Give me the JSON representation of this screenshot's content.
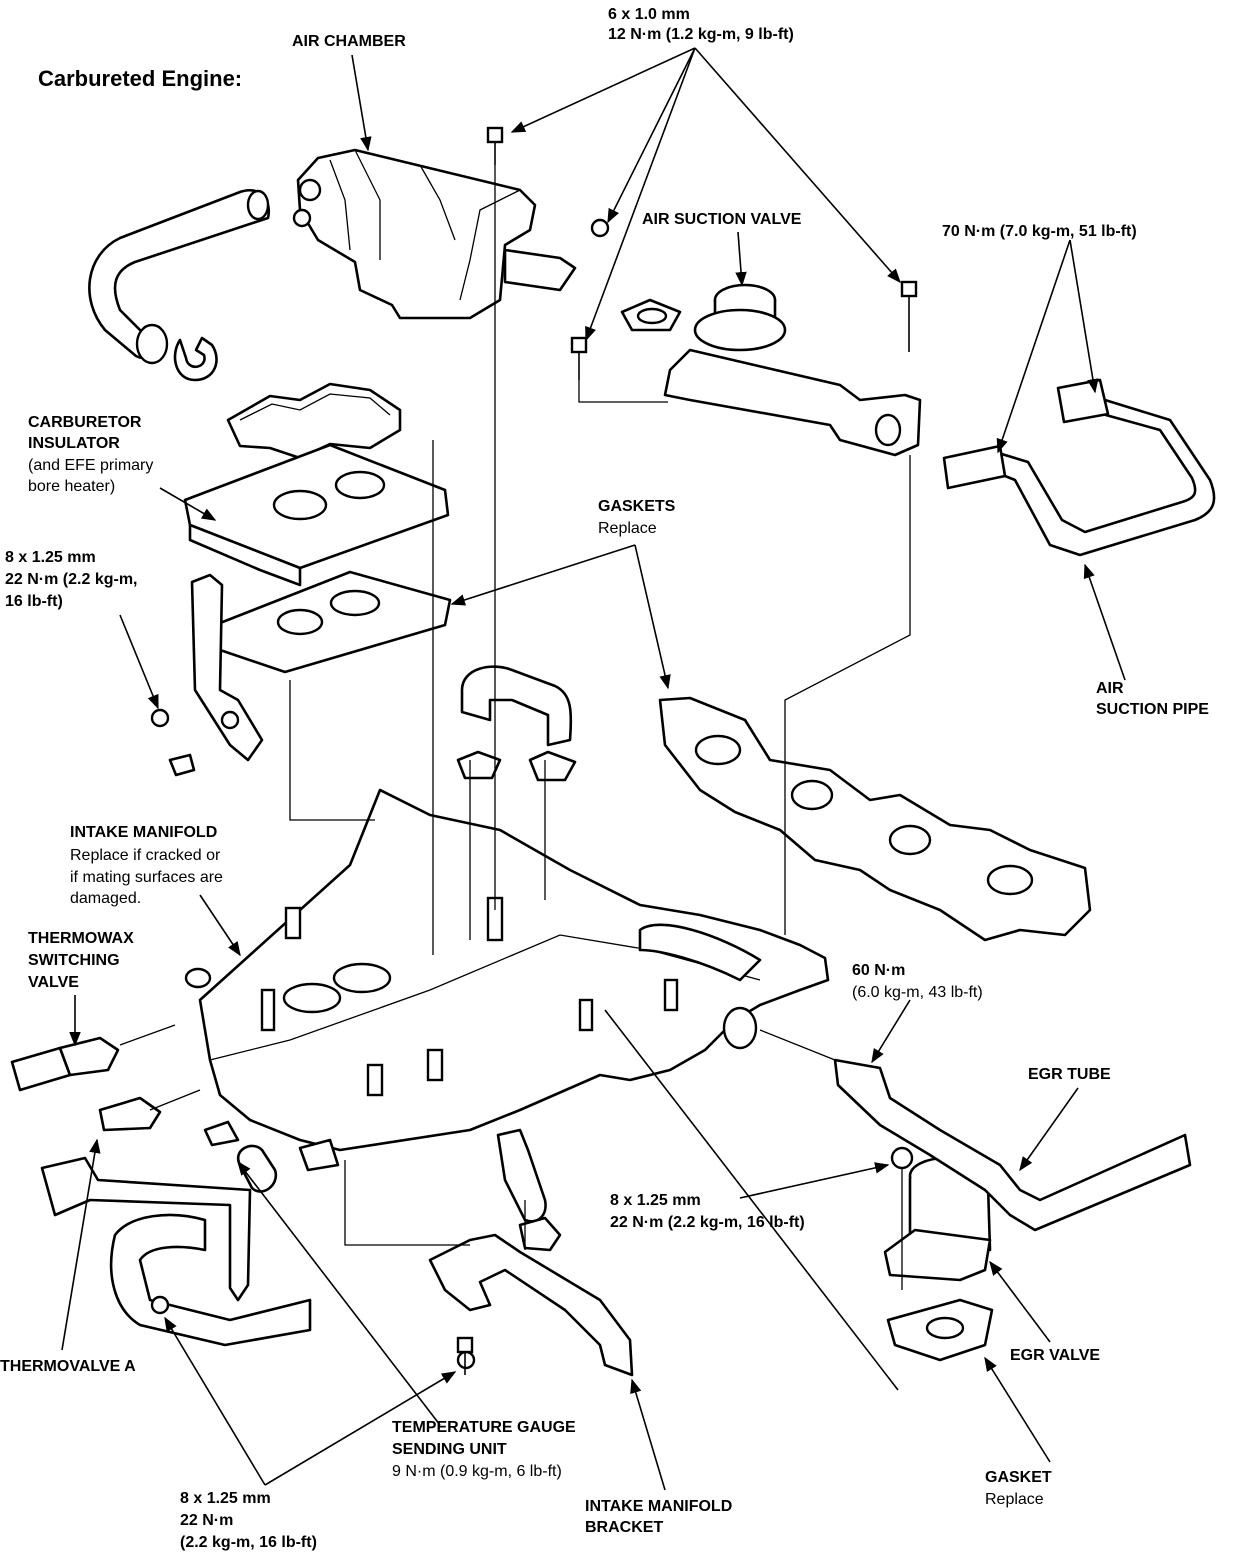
{
  "title": "Carbureted Engine:",
  "labels": {
    "air_chamber": "AIR CHAMBER",
    "bolt_6x1": [
      "6 x 1.0 mm",
      "12 N·m (1.2 kg-m, 9 lb-ft)"
    ],
    "air_suction_valve": "AIR SUCTION VALVE",
    "torque_70": "70 N·m (7.0 kg-m, 51 lb-ft)",
    "carb_insulator": [
      "CARBURETOR",
      "INSULATOR",
      "(and EFE primary",
      "bore heater)"
    ],
    "bolt_8x125_left": [
      "8 x 1.25 mm",
      "22 N·m (2.2 kg-m,",
      "16 lb-ft)"
    ],
    "gaskets": [
      "GASKETS",
      "Replace"
    ],
    "air_suction_pipe": [
      "AIR",
      "SUCTION PIPE"
    ],
    "intake_manifold": [
      "INTAKE MANIFOLD",
      "Replace if cracked or",
      "if mating surfaces are",
      "damaged."
    ],
    "thermowax": [
      "THERMOWAX",
      "SWITCHING",
      "VALVE"
    ],
    "torque_60": [
      "60 N·m",
      "(6.0 kg-m, 43 lb-ft)"
    ],
    "egr_tube": "EGR TUBE",
    "bolt_8x125_mid": [
      "8 x 1.25 mm",
      "22 N·m (2.2 kg-m, 16 lb-ft)"
    ],
    "egr_valve": "EGR VALVE",
    "thermovalve_a": "THERMOVALVE A",
    "temp_gauge": [
      "TEMPERATURE GAUGE",
      "SENDING UNIT",
      "9 N·m (0.9 kg-m, 6 lb-ft)"
    ],
    "gasket": [
      "GASKET",
      "Replace"
    ],
    "bolt_8x125_bottom": [
      "8 x 1.25 mm",
      "22 N·m",
      "(2.2 kg-m, 16 lb-ft)"
    ],
    "manifold_bracket": [
      "INTAKE MANIFOLD",
      "BRACKET"
    ]
  }
}
